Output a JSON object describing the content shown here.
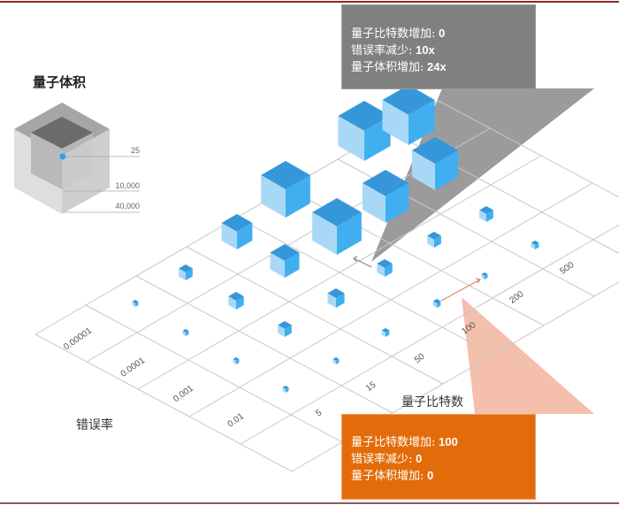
{
  "legend": {
    "title": "量子体积",
    "values": [
      "25",
      "10,000",
      "40,000"
    ]
  },
  "axes": {
    "x_title": "量子比特数",
    "y_title": "错误率",
    "x_ticks": [
      "5",
      "15",
      "50",
      "100",
      "200",
      "500"
    ],
    "y_ticks": [
      "0.00001",
      "0.0001",
      "0.001",
      "0.01"
    ]
  },
  "callout_gray": {
    "rows": [
      {
        "label": "量子比特数增加:",
        "value": "0"
      },
      {
        "label": "错误率减少:",
        "value": "10x"
      },
      {
        "label": "量子体积增加:",
        "value": "24x"
      }
    ],
    "color": "#808080"
  },
  "callout_orange": {
    "rows": [
      {
        "label": "量子比特数增加:",
        "value": "100"
      },
      {
        "label": "错误率减少:",
        "value": "0"
      },
      {
        "label": "量子体积增加:",
        "value": "0"
      }
    ],
    "color": "#e36c0a"
  },
  "colors": {
    "cube_top": "#3597da",
    "cube_left": "#a9d8f7",
    "cube_right": "#41aef0",
    "grid_line": "#c8c8c8",
    "frame": "#8c2a2e"
  }
}
